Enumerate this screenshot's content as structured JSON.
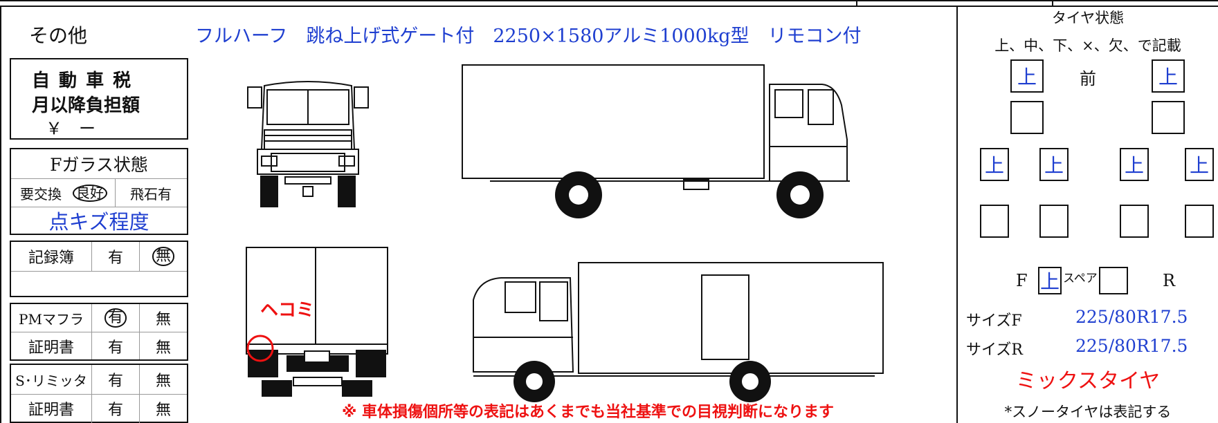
{
  "header": {
    "label": "その他",
    "description": "フルハーフ　跳ね上げ式ゲート付　2250×1580アルミ1000kg型　リモコン付"
  },
  "tax": {
    "line1": "自 動 車 税",
    "line2": "月以降負担額",
    "amount": "￥　ー"
  },
  "glass": {
    "title": "Fガラス状態",
    "options": [
      "要交換",
      "良好",
      "飛石有"
    ],
    "selected": "良好",
    "note": "点キズ程度"
  },
  "record": {
    "label": "記録簿",
    "yes": "有",
    "no": "無",
    "selected": "無"
  },
  "pm": {
    "label": "PMマフラ",
    "yes": "有",
    "no": "無",
    "selected": "有",
    "cert_label": "証明書",
    "cert_yes": "有",
    "cert_no": "無"
  },
  "slimit": {
    "label": "S･リミッタ",
    "yes": "有",
    "no": "無",
    "cert_label": "証明書",
    "cert_yes": "有",
    "cert_no": "無"
  },
  "damage": {
    "label": "ヘコミ"
  },
  "notice": "※ 車体損傷個所等の表記はあくまでも当社基準での目視判断になります",
  "tires": {
    "title": "タイヤ状態",
    "legend": "上、中、下、×、欠、で記載",
    "front_label": "前",
    "front": [
      "上",
      "上"
    ],
    "front_inner": [
      "",
      ""
    ],
    "rear_outer": [
      "上",
      "上",
      "上",
      "上"
    ],
    "rear_inner": [
      "",
      "",
      "",
      ""
    ],
    "f_label": "F",
    "spare_f": "上",
    "spare_label": "スペア",
    "spare_r": "",
    "r_label": "R",
    "size_f_label": "サイズF",
    "size_f": "225/80R17.5",
    "size_r_label": "サイズR",
    "size_r": "225/80R17.5",
    "mix": "ミックスタイヤ",
    "snow_note": "*スノータイヤは表記する"
  }
}
